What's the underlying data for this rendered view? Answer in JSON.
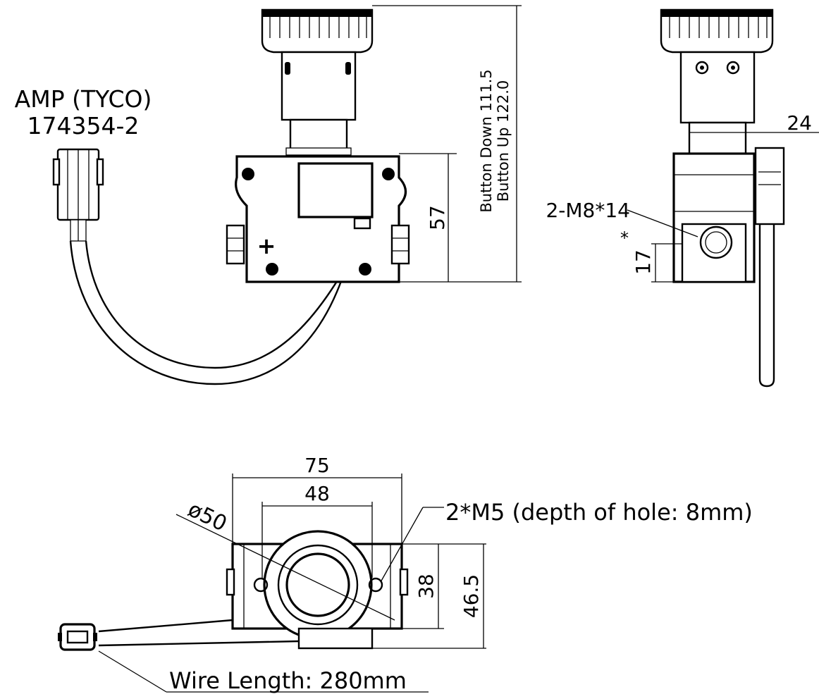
{
  "connector": {
    "line1": "AMP (TYCO)",
    "line2": "174354-2"
  },
  "front_view": {
    "height_button_down": "Button Down 111.5",
    "height_button_up": "Button Up 122.0",
    "body_height": "57",
    "polarity_mark": "+"
  },
  "side_view": {
    "stem_width": "24",
    "mount_thread": "2-M8*14",
    "asterisk": "*",
    "mount_height": "17"
  },
  "bottom_view": {
    "overall_width": "75",
    "hole_spacing": "48",
    "diameter": "ø50",
    "hole_note": "2*M5 (depth of hole: 8mm)",
    "inner_depth": "38",
    "overall_depth": "46.5",
    "wire_length": "Wire Length: 280mm"
  }
}
